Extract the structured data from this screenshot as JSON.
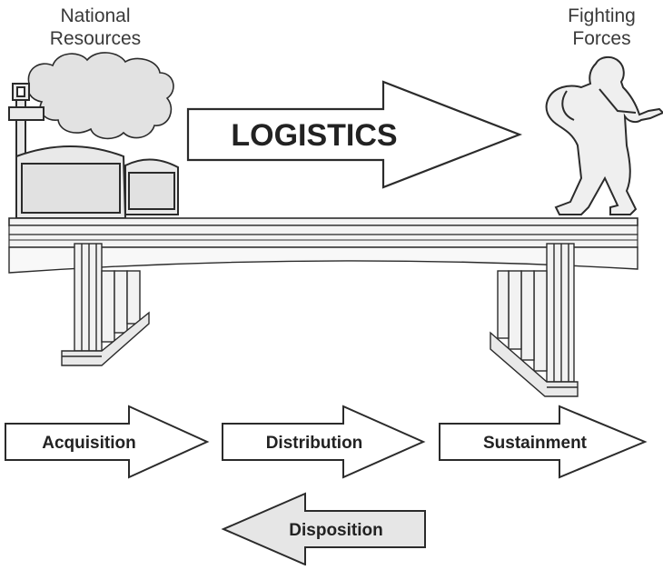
{
  "diagram": {
    "source_label_line1": "National",
    "source_label_line2": "Resources",
    "target_label_line1": "Fighting",
    "target_label_line2": "Forces",
    "main_arrow_label": "LOGISTICS",
    "phases": {
      "acquisition": "Acquisition",
      "distribution": "Distribution",
      "sustainment": "Sustainment",
      "disposition": "Disposition"
    },
    "colors": {
      "outline": "#2b2b2b",
      "arrow_fill": "#ffffff",
      "reverse_arrow_fill": "#e6e6e6",
      "structure_fill": "#e9e9e9",
      "smoke_fill": "#e2e2e2"
    }
  }
}
